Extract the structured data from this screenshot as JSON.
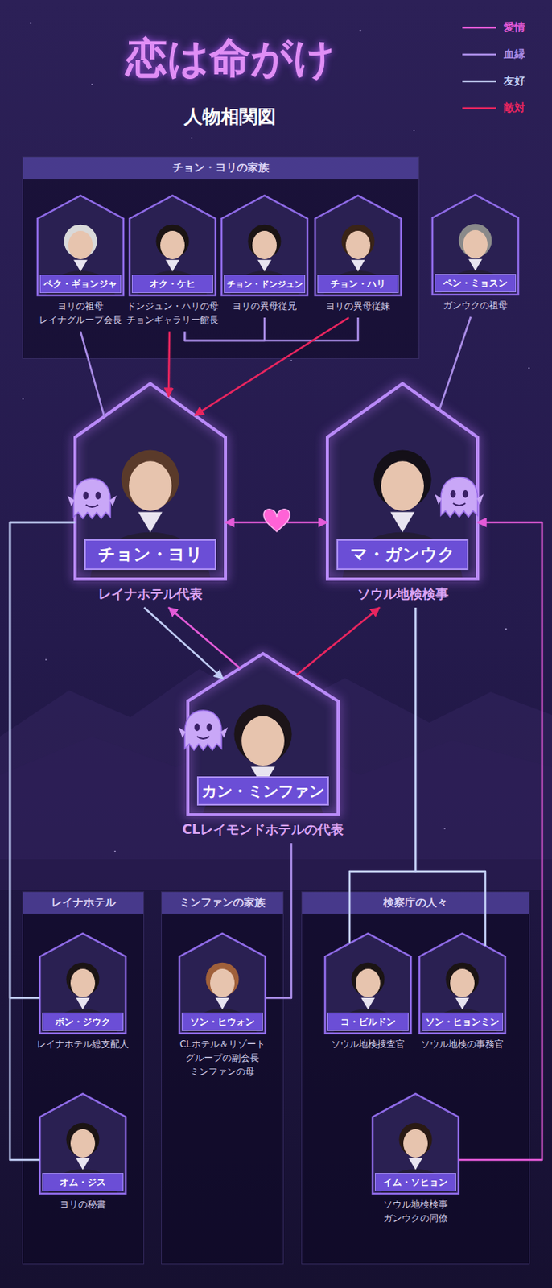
{
  "diagram": {
    "title": "恋は命がけ",
    "nodes": [
      {
        "text": [
          "チョン・ヨリの家族"
        ]
      },
      {
        "text": [
          "ペク・ギョンジャ",
          "ヨリの祖母",
          "レイナグループ会長"
        ],
        "in": 0
      },
      {
        "text": [
          "オク・ケヒ",
          "ドンジュン・ハリの母",
          "チョンギャラリー館長"
        ],
        "in": 0
      },
      {
        "text": [
          "チョン・ドンジュン",
          "ヨリの異母従兄"
        ],
        "in": 0
      },
      {
        "text": [
          "チョン・ハリ",
          "ヨリの異母従妹"
        ],
        "in": 0
      },
      {
        "text": [
          "ペン・ミョスン",
          "ガンウクの祖母"
        ]
      },
      {
        "text": [
          "チョン・ヨリ",
          "レイナホテル代表"
        ]
      },
      {
        "text": [
          "マ・ガンウク",
          "ソウル地検検事"
        ]
      },
      {
        "text": [
          "カン・ミンファン",
          "CLレイモンドホテルの代表"
        ]
      },
      {
        "text": [
          "レイナホテル"
        ]
      },
      {
        "text": [
          "ボン・ジウク",
          "レイナホテル総支配人"
        ],
        "in": 9
      },
      {
        "text": [
          "オム・ジス",
          "ヨリの秘書"
        ],
        "in": 9
      },
      {
        "text": [
          "ミンファンの家族"
        ]
      },
      {
        "text": [
          "ソン・ヒウォン",
          "CLホテル＆リゾート グループの副会長",
          "ミンファンの母"
        ],
        "in": 12
      },
      {
        "text": [
          "検察庁の人々"
        ]
      },
      {
        "text": [
          "コ・ビルドン",
          "ソウル地検捜査官"
        ],
        "in": 14
      },
      {
        "text": [
          "ソン・ヒョンミン",
          "ソウル地検の事務官"
        ],
        "in": 14
      },
      {
        "text": [
          "イム・ソヒョン",
          "ソウル地検検事",
          "ガンウクの同僚"
        ],
        "in": 14
      }
    ],
    "edges": [
      {
        "from": 1,
        "to": 6,
        "arrow": "none"
      },
      {
        "from": 2,
        "to": 6,
        "arrow": "to"
      },
      {
        "from": 2,
        "to": 3,
        "arrow": "none"
      },
      {
        "from": 2,
        "to": 4,
        "arrow": "none"
      },
      {
        "from": 4,
        "to": 6,
        "arrow": "to"
      },
      {
        "from": 5,
        "to": 7,
        "arrow": "none"
      },
      {
        "from": 6,
        "to": 7,
        "arrow": "both"
      },
      {
        "from": 6,
        "to": 8,
        "arrow": "to"
      },
      {
        "from": 8,
        "to": 6,
        "arrow": "to"
      },
      {
        "from": 8,
        "to": 7,
        "arrow": "to"
      },
      {
        "from": 8,
        "to": 13,
        "arrow": "none"
      },
      {
        "from": 6,
        "to": 10,
        "arrow": "none"
      },
      {
        "from": 6,
        "to": 11,
        "arrow": "none"
      },
      {
        "from": 7,
        "to": 15,
        "arrow": "none"
      },
      {
        "from": 7,
        "to": 16,
        "arrow": "none"
      },
      {
        "from": 17,
        "to": 7,
        "arrow": "to"
      }
    ],
    "labels": [
      "人物相関図"
    ],
    "legend": [
      {
        "text": "愛情"
      },
      {
        "text": "血縁"
      },
      {
        "text": "友好"
      },
      {
        "text": "敵対"
      }
    ]
  }
}
